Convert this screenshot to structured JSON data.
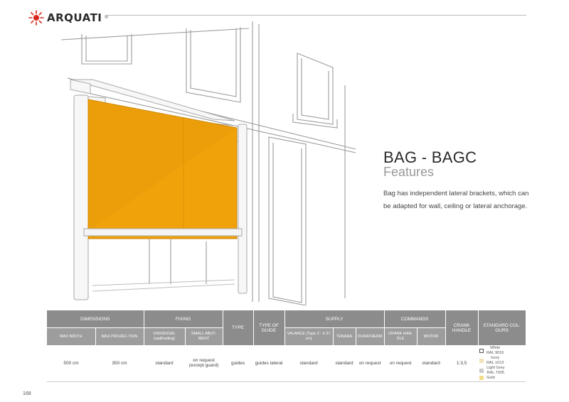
{
  "brand": {
    "name": "ARQUATI"
  },
  "product": {
    "title": "BAG - BAGC",
    "subtitle": "Features",
    "description": "Bag has independent lateral brackets, which can be adapted for wall, ceiling or lateral anchorage."
  },
  "table": {
    "groups": {
      "dimensions": "DIMENSIONS",
      "fixing": "FIXING",
      "type": "TYPE",
      "type_of_guide": "TYPE OF GUIDE",
      "supply": "SUPPLY",
      "commands": "COMMANDS",
      "crank_handle": "CRANK HANDLE",
      "standard_colours": "STANDARD COL-OURS"
    },
    "subheaders": {
      "max_width": "MAX WIDTH",
      "max_projection": "MAX PROJEC-TION",
      "universal": "UNIVERSAL (wall/ceiling)",
      "small_abutment": "SMALL ABUT-MENT",
      "valance": "VALANCE (Type 2 - h 27 cm)",
      "tenara": "TENARA",
      "duratherm": "DURATHERM",
      "crank_handle": "CRANK HAN-DLE",
      "motor": "MOTOR"
    },
    "values": {
      "max_width": "500 cm",
      "max_projection": "350 cm",
      "universal": "standard",
      "small_abutment": "on request (except guard)",
      "type": "guides",
      "type_of_guide": "guides lateral",
      "valance": "standard",
      "tenara": "standard",
      "duratherm": "on request",
      "crank_handle_cmd": "on request",
      "motor": "standard",
      "crank_handle_ratio": "1:3,5"
    },
    "colours": [
      {
        "name": "White",
        "code": "RAL 9016",
        "color": "#ffffff"
      },
      {
        "name": "Ivory",
        "code": "RAL 1013",
        "color": "#f1e3b7"
      },
      {
        "name": "Light Grey",
        "code": "RAL 7035",
        "color": "#c9c9c9"
      },
      {
        "name": "Gold",
        "code": "",
        "color": "#f2dc8a"
      }
    ]
  },
  "page_number": "168"
}
